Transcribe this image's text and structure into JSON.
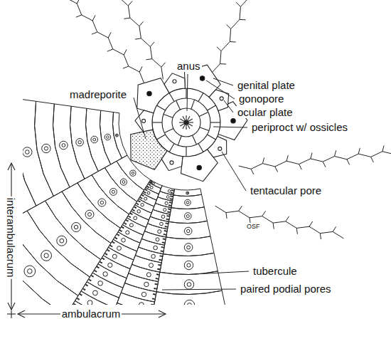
{
  "diagram": {
    "labels": [
      "anus",
      "genital plate",
      "gonopore",
      "ocular plate",
      "periproct w/ ossicles",
      "madreporite",
      "tentacular pore",
      "OSF",
      "tubercule",
      "paired podial pores",
      "interambulacrum",
      "ambulacrum"
    ]
  }
}
